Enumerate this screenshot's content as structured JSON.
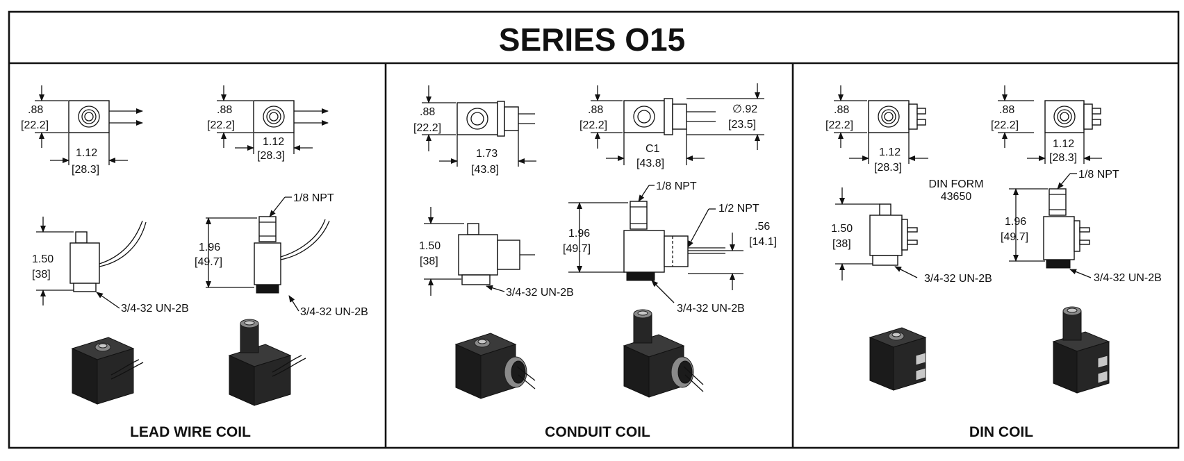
{
  "title": "SERIES O15",
  "panels": [
    {
      "caption": "LEAD WIRE COIL",
      "dims": {
        "front_h": ".88",
        "front_h_mm": "[22.2]",
        "front_w": "1.12",
        "front_w_mm": "[28.3]",
        "front2_h": ".88",
        "front2_h_mm": "[22.2]",
        "front2_w": "1.12",
        "front2_w_mm": "[28.3]",
        "side_h": "1.50",
        "side_h_mm": "[38]",
        "side_thread": "3/4-32 UN-2B",
        "side2_port": "1/8 NPT",
        "side2_h": "1.96",
        "side2_h_mm": "[49.7]",
        "side2_thread": "3/4-32 UN-2B"
      }
    },
    {
      "caption": "CONDUIT COIL",
      "dims": {
        "front_h": ".88",
        "front_h_mm": "[22.2]",
        "front_w": "1.73",
        "front_w_mm": "[43.8]",
        "front2_h": ".88",
        "front2_h_mm": "[22.2]",
        "front2_w": "C1",
        "front2_w_mm": "[43.8]",
        "front2_dia": "∅.92",
        "front2_dia_mm": "[23.5]",
        "side_h": "1.50",
        "side_h_mm": "[38]",
        "side_thread": "3/4-32 UN-2B",
        "side2_port": "1/8 NPT",
        "side2_conduit": "1/2 NPT",
        "side2_h": "1.96",
        "side2_h_mm": "[49.7]",
        "side2_off": ".56",
        "side2_off_mm": "[14.1]",
        "side2_thread": "3/4-32 UN-2B"
      }
    },
    {
      "caption": "DIN COIL",
      "dims": {
        "front_h": ".88",
        "front_h_mm": "[22.2]",
        "front_w": "1.12",
        "front_w_mm": "[28.3]",
        "front2_h": ".88",
        "front2_h_mm": "[22.2]",
        "front2_w": "1.12",
        "front2_w_mm": "[28.3]",
        "din_label_1": "DIN FORM",
        "din_label_2": "43650",
        "side_h": "1.50",
        "side_h_mm": "[38]",
        "side_thread": "3/4-32 UN-2B",
        "side2_port": "1/8 NPT",
        "side2_h": "1.96",
        "side2_h_mm": "[49.7]",
        "side2_thread": "3/4-32 UN-2B"
      }
    }
  ]
}
